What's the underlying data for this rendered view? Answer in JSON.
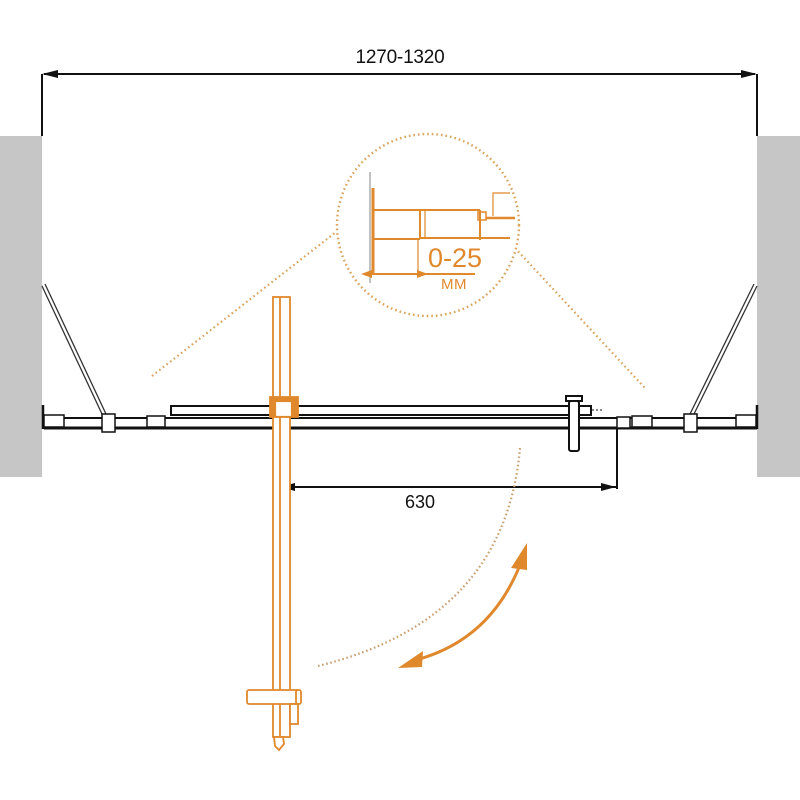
{
  "diagram": {
    "title": "Shower door plan view",
    "dimensions": {
      "overall_width": "1270-1320",
      "door_opening": "630",
      "adjustment_range": "0-25",
      "adjustment_unit": "ММ"
    },
    "colors": {
      "accent": "#e0882c",
      "line": "#111111",
      "wall": "#c6c6c6",
      "dotted": "#d9a35a",
      "background": "#ffffff"
    },
    "elements": {
      "left_wall": "left-wall",
      "right_wall": "right-wall",
      "fixed_panel": "fixed-glass-panel",
      "door_leaf": "hinged-door-open",
      "handle": "door-handle",
      "detail_callout": "wall-profile-detail",
      "swing_arc": "door-swing-arc",
      "swing_arrow": "double-headed-swing-arrow",
      "support_bars": "diagonal-support-bars"
    }
  }
}
